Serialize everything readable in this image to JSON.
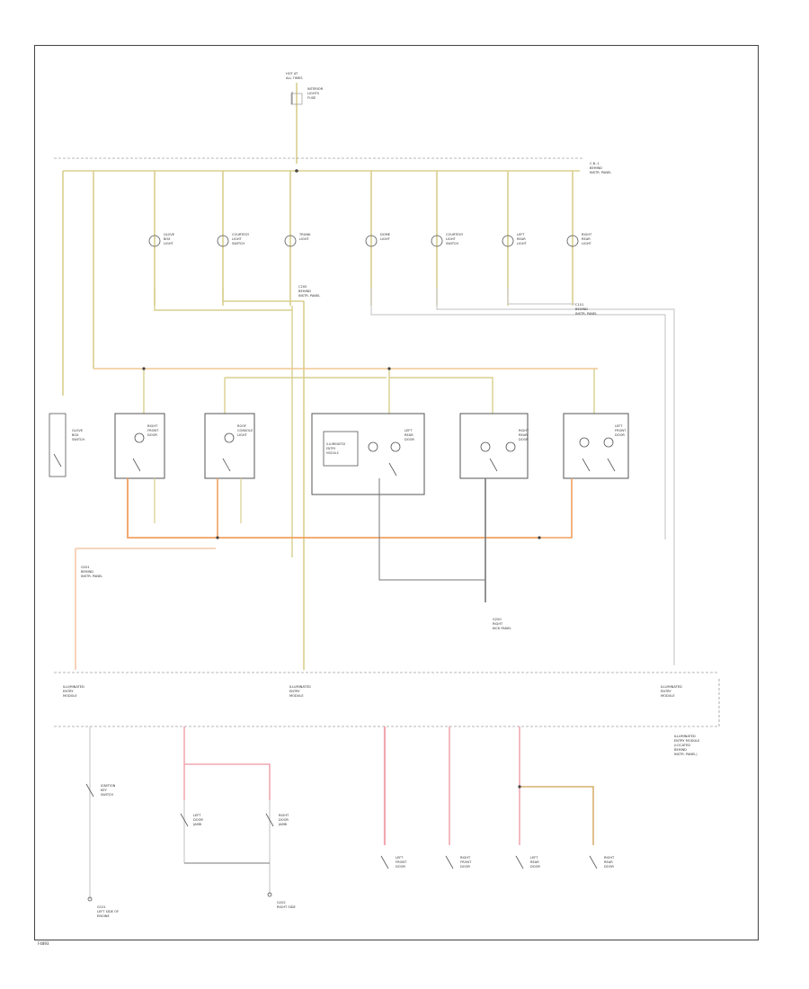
{
  "diagram": {
    "top_fuse": [
      "HOT AT",
      "ALL TIMES"
    ],
    "top_fuse_right": [
      "INTERIOR",
      "LIGHTS",
      "FUSE"
    ],
    "top_bus_right": [
      "C.B.-1",
      "BEHIND",
      "INSTR. PANEL"
    ],
    "junction_left": [
      "C200",
      "BEHIND",
      "INSTR. PANEL"
    ],
    "junction_right": [
      "C101",
      "BEHIND",
      "INSTR. PANEL"
    ],
    "light_labels": [
      [
        "GLOVE",
        "BOX",
        "LIGHT"
      ],
      [
        "COURTESY",
        "LIGHT",
        "SWITCH"
      ],
      [
        "TRUNK",
        "LIGHT"
      ],
      [
        "DOME",
        "LIGHT"
      ],
      [
        "COURTESY",
        "LIGHT",
        "SWITCH"
      ],
      [
        "LEFT",
        "REAR",
        "LIGHT"
      ],
      [
        "RIGHT",
        "REAR",
        "LIGHT"
      ]
    ],
    "module_labels": [
      [
        "GLOVE",
        "BOX",
        "SWITCH"
      ],
      [
        "RIGHT",
        "FRONT",
        "DOOR"
      ],
      [
        "ROOF",
        "CONSOLE",
        "LIGHT"
      ],
      [
        "LEFT",
        "REAR",
        "DOOR"
      ],
      [
        "RIGHT",
        "REAR",
        "DOOR"
      ],
      [
        "LEFT",
        "FRONT",
        "DOOR"
      ]
    ],
    "console_label": [
      "ILLUMINATED",
      "ENTRY",
      "MODULE"
    ],
    "ground_left": [
      "G201",
      "BEHIND",
      "INSTR. PANEL"
    ],
    "ground_mid": [
      "G200",
      "RIGHT",
      "KICK PANEL"
    ],
    "bottom_connectors": [
      [
        "ILLUMINATED",
        "ENTRY",
        "MODULE"
      ],
      [
        "ILLUMINATED",
        "ENTRY",
        "MODULE"
      ],
      [
        "ILLUMINATED",
        "ENTRY",
        "MODULE"
      ]
    ],
    "bottom_right_note": [
      "ILLUMINATED",
      "ENTRY MODULE",
      "(LOCATED",
      "BEHIND",
      "INSTR. PANEL)"
    ],
    "bottom_switches": [
      [
        "IGNITION",
        "KEY",
        "SWITCH"
      ],
      [
        "LEFT",
        "DOOR",
        "JAMB"
      ],
      [
        "RIGHT",
        "DOOR",
        "JAMB"
      ],
      [
        "LEFT",
        "FRONT",
        "DOOR"
      ],
      [
        "RIGHT",
        "FRONT",
        "DOOR"
      ],
      [
        "LEFT",
        "REAR",
        "DOOR"
      ],
      [
        "RIGHT",
        "REAR",
        "DOOR"
      ]
    ],
    "bottom_ground_left": [
      "G101",
      "LEFT SIDE OF",
      "ENGINE"
    ],
    "bottom_ground_mid": [
      "G202",
      "RIGHT SIDE"
    ],
    "figure_code": "F4893"
  },
  "colors": {
    "yellow": "#d8cf8e",
    "orange": "#f0a060",
    "pink": "#f2a8b0",
    "gray": "#9a9a9a",
    "wire": "#555555"
  }
}
